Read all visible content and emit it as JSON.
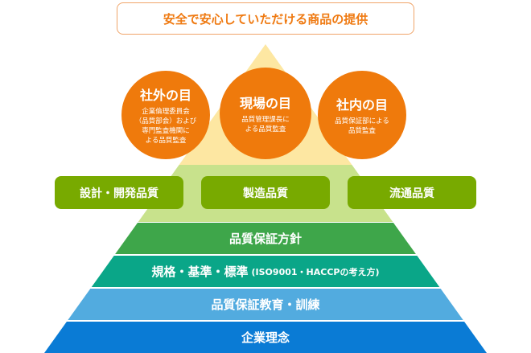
{
  "title": "安全で安心していただける商品の提供",
  "eyes": [
    {
      "heading": "社外の目",
      "text": "企業倫理委員会\n（品質部会）および\n専門監査機関に\nよる品質監査"
    },
    {
      "heading": "現場の目",
      "text": "品質管理課長に\nよる品質監査"
    },
    {
      "heading": "社内の目",
      "text": "品質保証部による\n品質監査"
    }
  ],
  "quality_boxes": [
    "設計・開発品質",
    "製造品質",
    "流通品質"
  ],
  "tiers": [
    {
      "label": "品質保証方針"
    },
    {
      "label": "規格・基準・標準",
      "sub": "(ISO9001・HACCPの考え方)"
    },
    {
      "label": "品質保証教育・訓練"
    },
    {
      "label": "企業理念"
    }
  ],
  "colors": {
    "orange": "#ef7a0c",
    "yellow": "#fde7a2",
    "lightgreen": "#c8e28c",
    "green": "#3ea64a",
    "teal": "#0aa688",
    "lightblue": "#52abdf",
    "blue": "#0a7bd5"
  }
}
